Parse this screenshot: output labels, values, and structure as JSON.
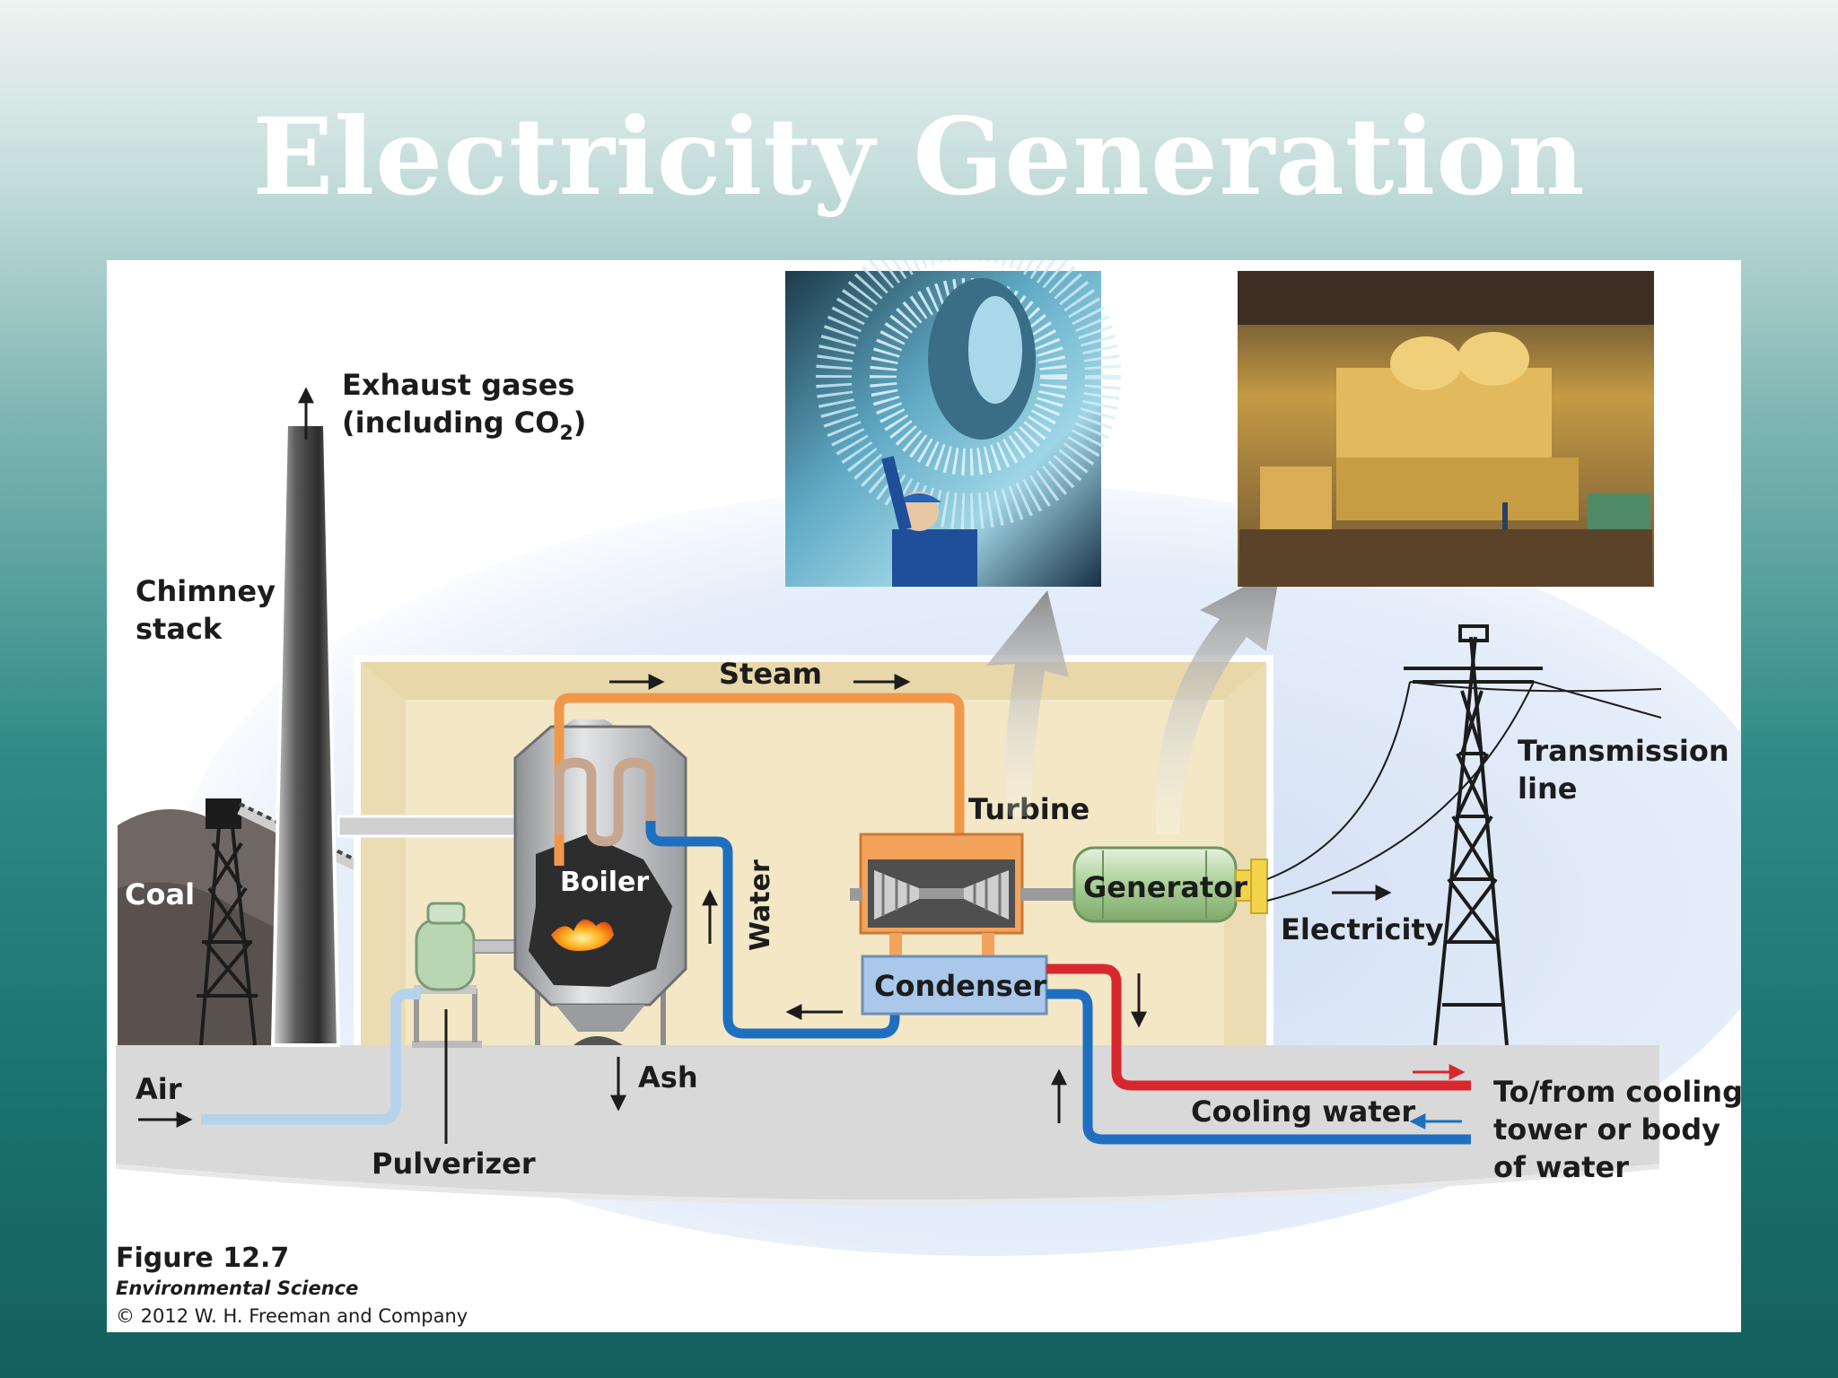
{
  "slide": {
    "title": "Electricity Generation"
  },
  "labels": {
    "exhaust_line1": "Exhaust gases",
    "exhaust_line2_pre": "(including CO",
    "exhaust_sub": "2",
    "exhaust_line2_post": ")",
    "chimney_line1": "Chimney",
    "chimney_line2": "stack",
    "coal": "Coal",
    "steam": "Steam",
    "boiler": "Boiler",
    "water": "Water",
    "turbine": "Turbine",
    "generator": "Generator",
    "condenser": "Condenser",
    "electricity": "Electricity",
    "transmission_line1": "Transmission",
    "transmission_line2": "line",
    "air": "Air",
    "ash": "Ash",
    "pulverizer": "Pulverizer",
    "cooling_water": "Cooling water",
    "cooling_dest_line1": "To/from cooling",
    "cooling_dest_line2": "tower or body",
    "cooling_dest_line3": "of water"
  },
  "caption": {
    "figure": "Figure 12.7",
    "book": "Environmental Science",
    "copyright": "© 2012 W. H. Freeman and Company"
  },
  "colors": {
    "steam_pipe": "#f0984a",
    "water_pipe": "#1f6fc1",
    "hot_water": "#d8282e",
    "building": "#f3e7c6",
    "sky": "#dfeaf7",
    "ground": "#d7d7d7"
  }
}
